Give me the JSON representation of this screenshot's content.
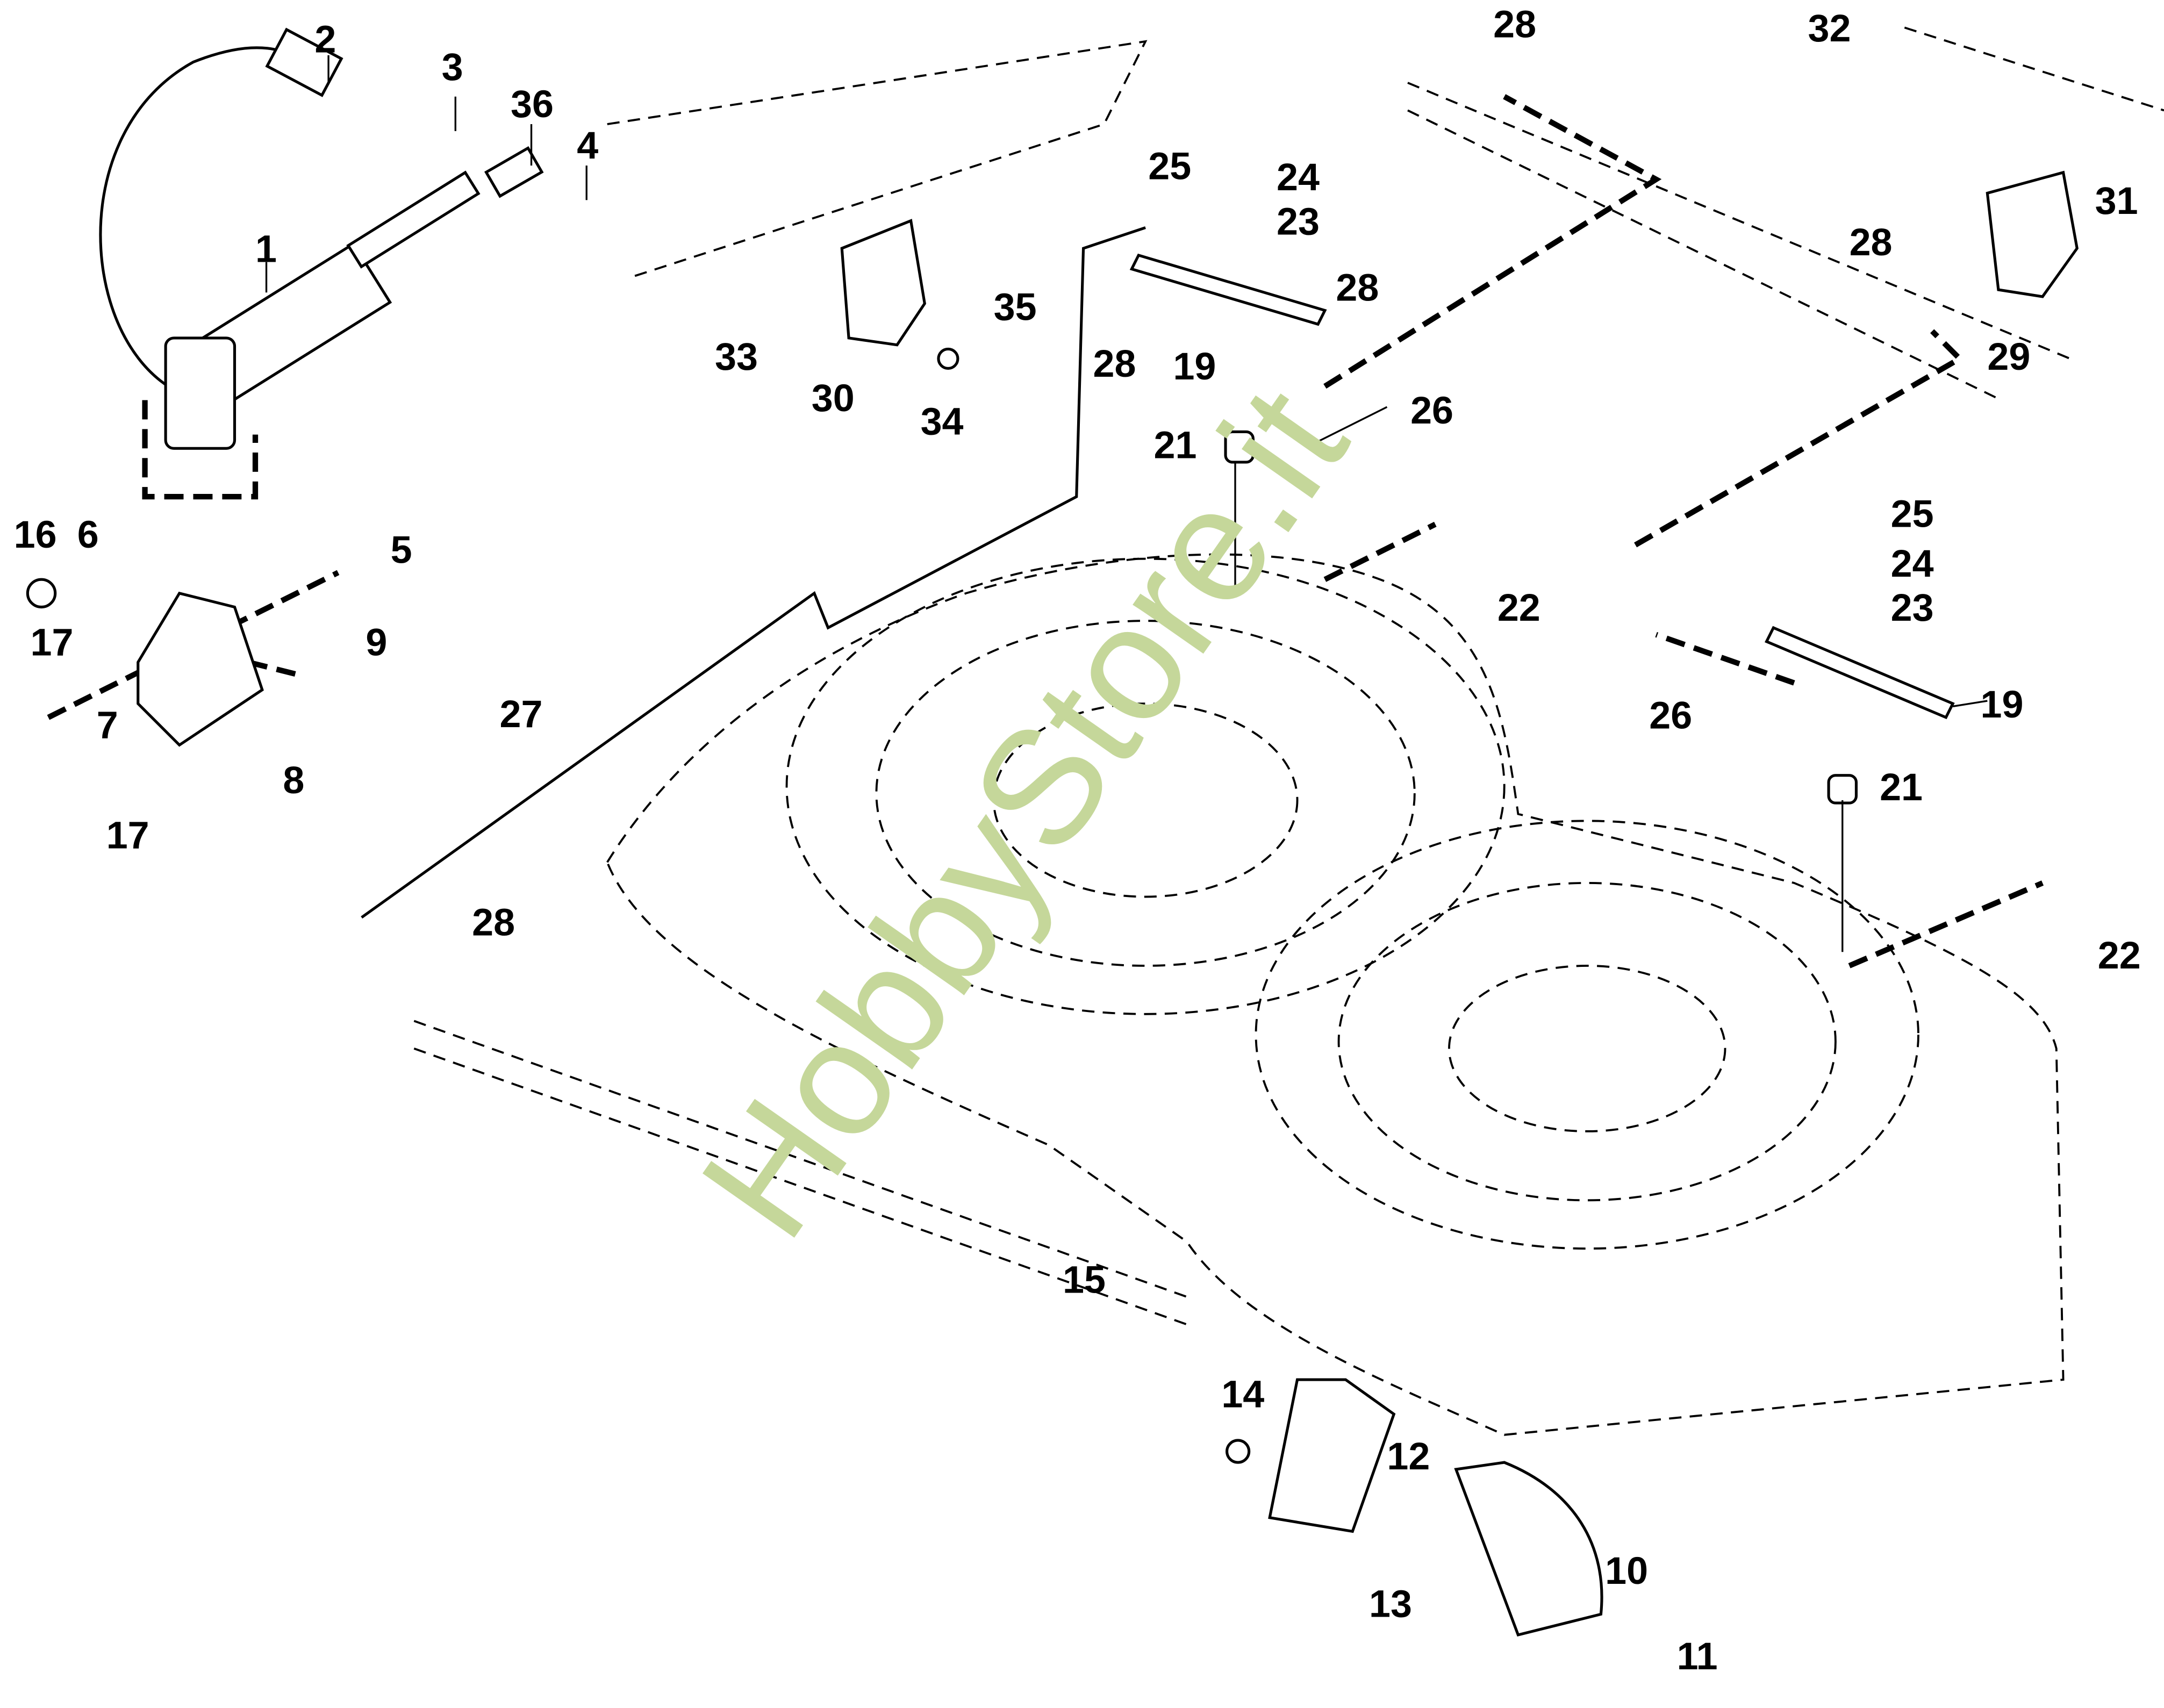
{
  "diagram": {
    "type": "exploded-parts-diagram",
    "subject": "Mower deck lift linkage with electric actuator",
    "watermark": "HobbyStore.it",
    "watermark_color": "#c5d79a",
    "callouts": [
      "1",
      "2",
      "3",
      "36",
      "4",
      "5",
      "6",
      "7",
      "8",
      "9",
      "16",
      "17",
      "17",
      "10",
      "11",
      "12",
      "13",
      "14",
      "15",
      "19",
      "21",
      "22",
      "23",
      "24",
      "25",
      "26",
      "27",
      "28",
      "28",
      "28",
      "28",
      "29",
      "30",
      "31",
      "32",
      "33",
      "34",
      "35",
      "19",
      "21",
      "22",
      "23",
      "24",
      "25",
      "26",
      "28"
    ]
  }
}
